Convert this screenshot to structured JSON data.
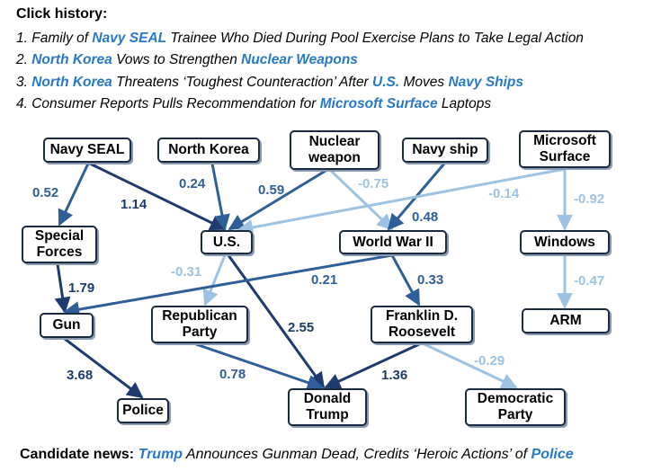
{
  "history": {
    "title": "Click history:",
    "items": [
      [
        {
          "t": "1. Family of "
        },
        {
          "t": "Navy SEAL",
          "h": true
        },
        {
          "t": " Trainee Who Died During Pool Exercise Plans to Take Legal Action"
        }
      ],
      [
        {
          "t": "2. "
        },
        {
          "t": "North Korea",
          "h": true
        },
        {
          "t": " Vows to Strengthen "
        },
        {
          "t": "Nuclear Weapons",
          "h": true
        }
      ],
      [
        {
          "t": "3. "
        },
        {
          "t": "North Korea",
          "h": true
        },
        {
          "t": " Threatens ‘Toughest Counteraction’ After "
        },
        {
          "t": "U.S.",
          "h": true
        },
        {
          "t": " Moves "
        },
        {
          "t": "Navy Ships",
          "h": true
        }
      ],
      [
        {
          "t": "4. Consumer Reports Pulls Recommendation for "
        },
        {
          "t": "Microsoft Surface",
          "h": true
        },
        {
          "t": " Laptops"
        }
      ]
    ]
  },
  "nodes": {
    "navy_seal": "Navy SEAL",
    "north_korea": "North Korea",
    "nuclear_weapon": "Nuclear weapon",
    "navy_ship": "Navy ship",
    "microsoft_surface": "Microsoft Surface",
    "special_forces": "Special Forces",
    "us": "U.S.",
    "world_war_ii": "World War II",
    "windows": "Windows",
    "gun": "Gun",
    "republican_party": "Republican Party",
    "franklin_roosevelt": "Franklin D. Roosevelt",
    "arm": "ARM",
    "police": "Police",
    "donald_trump": "Donald Trump",
    "democratic_party": "Democratic Party"
  },
  "edges": [
    {
      "from": "navy_seal",
      "to": "special_forces",
      "weight": "0.52"
    },
    {
      "from": "navy_seal",
      "to": "us",
      "weight": "1.14"
    },
    {
      "from": "north_korea",
      "to": "us",
      "weight": "0.24"
    },
    {
      "from": "nuclear_weapon",
      "to": "us",
      "weight": "0.59"
    },
    {
      "from": "nuclear_weapon",
      "to": "world_war_ii",
      "weight": "-0.75"
    },
    {
      "from": "navy_ship",
      "to": "world_war_ii",
      "weight": "0.48"
    },
    {
      "from": "microsoft_surface",
      "to": "us",
      "weight": "-0.14"
    },
    {
      "from": "microsoft_surface",
      "to": "windows",
      "weight": "-0.92"
    },
    {
      "from": "special_forces",
      "to": "gun",
      "weight": "1.79"
    },
    {
      "from": "us",
      "to": "republican_party",
      "weight": "-0.31"
    },
    {
      "from": "us",
      "to": "donald_trump",
      "weight": "2.55"
    },
    {
      "from": "world_war_ii",
      "to": "gun",
      "weight": "0.21"
    },
    {
      "from": "world_war_ii",
      "to": "franklin_roosevelt",
      "weight": "0.33"
    },
    {
      "from": "windows",
      "to": "arm",
      "weight": "-0.47"
    },
    {
      "from": "gun",
      "to": "police",
      "weight": "3.68"
    },
    {
      "from": "republican_party",
      "to": "donald_trump",
      "weight": "0.78"
    },
    {
      "from": "franklin_roosevelt",
      "to": "donald_trump",
      "weight": "1.36"
    },
    {
      "from": "franklin_roosevelt",
      "to": "democratic_party",
      "weight": "-0.29"
    }
  ],
  "colors": {
    "highlight": "#2878c8",
    "strong": "#1e3a6e",
    "medium": "#2f5f98",
    "light": "#9cc3e4"
  },
  "candidate": {
    "lead": "Candidate news:",
    "headline": [
      {
        "t": " "
      },
      {
        "t": "Trump",
        "h": true
      },
      {
        "t": " Announces Gunman Dead, Credits ‘Heroic Actions’ of "
      },
      {
        "t": "Police",
        "h": true
      }
    ]
  }
}
